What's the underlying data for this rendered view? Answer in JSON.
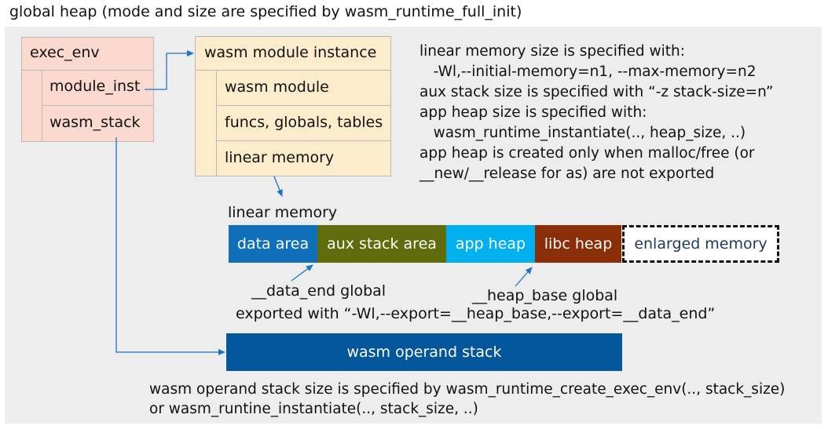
{
  "title": "global heap (mode and size are specified by wasm_runtime_full_init)",
  "exec_env": {
    "header": "exec_env",
    "fields": [
      "module_inst",
      "wasm_stack"
    ]
  },
  "module_instance": {
    "header": "wasm module instance",
    "fields": [
      "wasm module",
      "funcs, globals, tables",
      "linear memory"
    ]
  },
  "notes": [
    "linear memory size is specified with:",
    "   -Wl,--initial-memory=n1, --max-memory=n2",
    "aux stack size is specified with “-z stack-size=n”",
    "app heap size is specified with:",
    "   wasm_runtime_instantiate(.., heap_size, ..)",
    "app heap is created only when malloc/free (or",
    "__new/__release for as) are not exported"
  ],
  "linear_memory": {
    "label": "linear memory",
    "segments": [
      {
        "label": "data area",
        "color": "#0f6fb9"
      },
      {
        "label": "aux stack area",
        "color": "#5f6c0b"
      },
      {
        "label": "app heap",
        "color": "#00b0ef"
      },
      {
        "label": "libc heap",
        "color": "#8b2e08"
      },
      {
        "label": "enlarged memory",
        "color": "#ffffff",
        "text_color": "#1f3864",
        "border": "dashed"
      }
    ],
    "data_end_label": "__data_end global",
    "heap_base_label": "__heap_base global",
    "export_note": "exported with “-Wl,--export=__heap_base,--export=__data_end”"
  },
  "operand_stack": {
    "label": "wasm operand stack",
    "color": "#03569a",
    "notes": [
      "wasm operand stack size is specified by wasm_runtime_create_exec_env(.., stack_size)",
      "or wasm_runtine_instantiate(.., stack_size, ..)"
    ]
  },
  "colors": {
    "arrow": "#1f73c6",
    "exec_env_bg": "#fbd9cf",
    "module_instance_bg": "#fdeccb",
    "heap_area_bg": "#ededed"
  }
}
